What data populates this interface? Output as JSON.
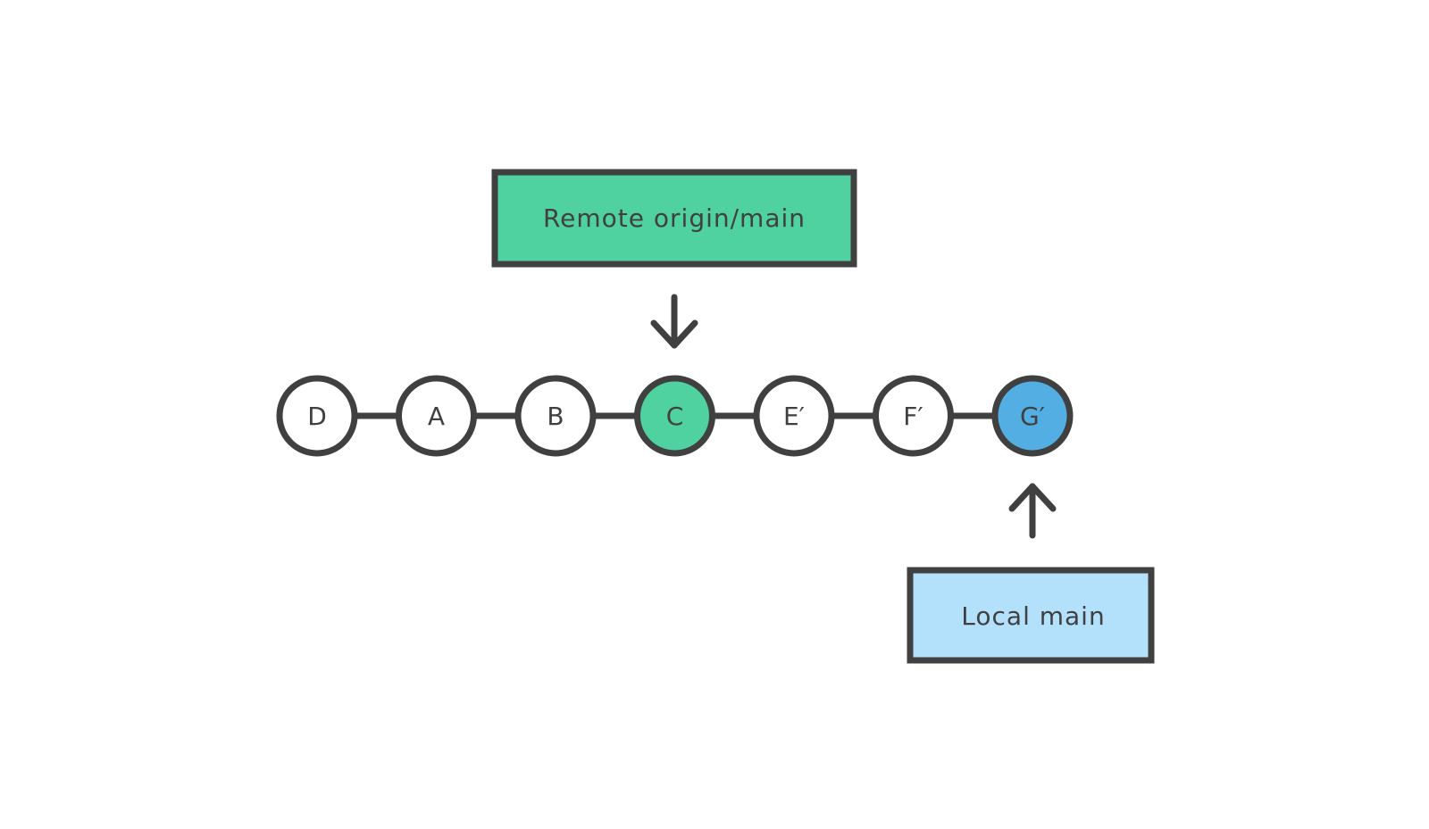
{
  "colors": {
    "stroke": "#404040",
    "background": "#ffffff",
    "remote_fill": "#4fd1a0",
    "local_fill": "#b3e1fb",
    "remote_commit_fill": "#4fd1a0",
    "local_commit_fill": "#52aee3",
    "default_commit_fill": "#ffffff"
  },
  "remote_label": {
    "text": "Remote origin/main",
    "points_to": "C"
  },
  "local_label": {
    "text": "Local main",
    "points_to": "G′"
  },
  "commits": [
    {
      "label": "D",
      "highlight": "none"
    },
    {
      "label": "A",
      "highlight": "none"
    },
    {
      "label": "B",
      "highlight": "none"
    },
    {
      "label": "C",
      "highlight": "remote"
    },
    {
      "label": "E′",
      "highlight": "none"
    },
    {
      "label": "F′",
      "highlight": "none"
    },
    {
      "label": "G′",
      "highlight": "local"
    }
  ],
  "icons": {
    "remote_pointer": "arrow-down-icon",
    "local_pointer": "arrow-up-icon"
  }
}
